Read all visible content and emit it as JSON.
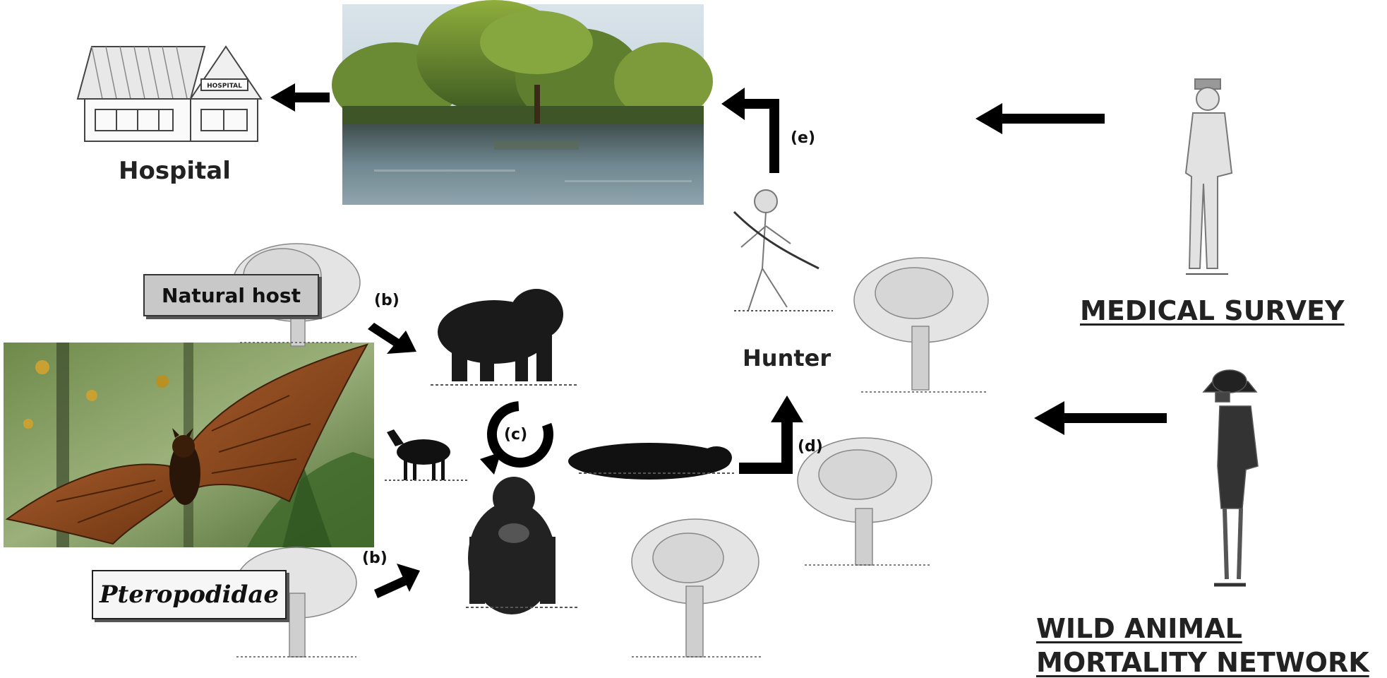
{
  "labels": {
    "hospital": "Hospital",
    "hunter": "Hunter",
    "medical_survey": "MEDICAL SURVEY",
    "wild_line1": "WILD ANIMAL",
    "wild_line2": "MORTALITY NETWORK",
    "natural_host": "Natural host",
    "pteropodidae": "Pteropodidae",
    "hospital_sign": "HOSPITAL"
  },
  "steps": {
    "b_top": "(b)",
    "b_bottom": "(b)",
    "c": "(c)",
    "d": "(d)",
    "e": "(e)"
  },
  "colors": {
    "arrow": "#000000",
    "bat_wing": "#8b4a1f",
    "forest": "#5f7f3a",
    "water": "#4a5a60",
    "sketch": "#888888",
    "silhouette": "#1a1a1a"
  }
}
